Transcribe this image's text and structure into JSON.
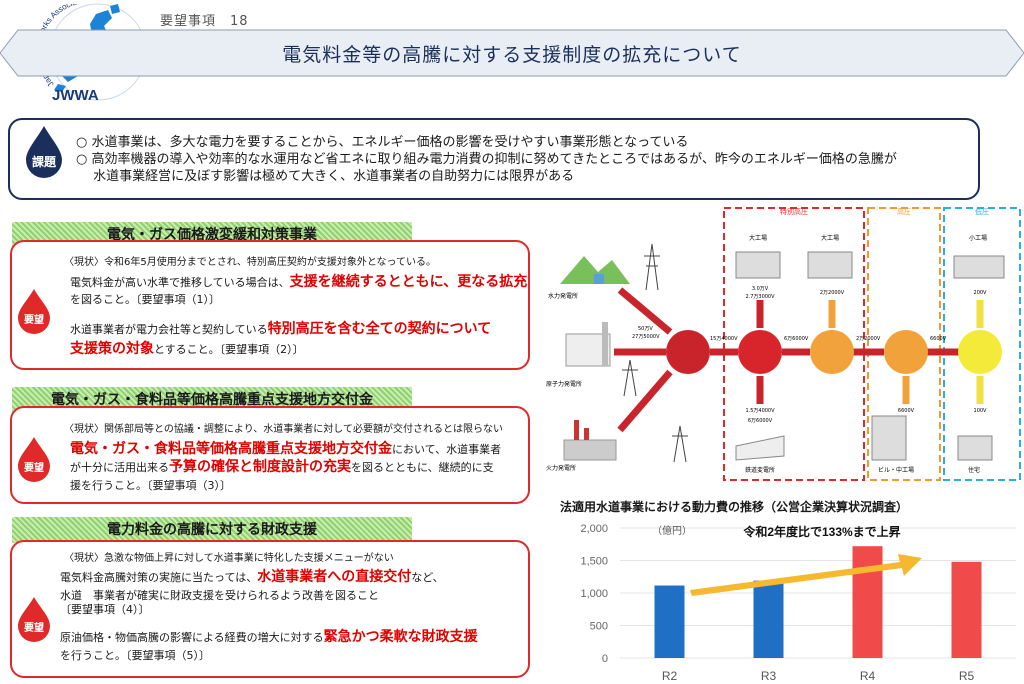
{
  "header": {
    "logo_text": "JWWA",
    "logo_arc": "Japan Water Works Association",
    "request_label": "要望事項　18",
    "title": "電気料金等の高騰に対する支援制度の拡充について"
  },
  "issues": {
    "badge": "課題",
    "lines": [
      "○ 水道事業は、多大な電力を要することから、エネルギー価格の影響を受けやすい事業形態となっている",
      "○ 高効率機器の導入や効率的な水運用など省エネに取り組み電力消費の抑制に努めてきたところではあるが、昨今のエネルギー価格の急騰が",
      "　 水道事業経営に及ぼす影響は極めて大きく、水道事業者の自助努力には限界がある"
    ]
  },
  "sections": [
    {
      "title": "電気・ガス価格激変緩和対策事業",
      "badge": "要望",
      "status": "〈現状〉令和6年5月使用分までとされ、特別高圧契約が支援対象外となっている。",
      "p1_a": "電気料金が高い水準で推移している場合は、",
      "p1_red": "支援を継続するとともに、更なる拡充",
      "p1_b": "を図ること。〔要望事項（1）〕",
      "p2_a": "水道事業者が電力会社等と契約している",
      "p2_red1": "特別高圧を含む全ての契約について",
      "p2_red2": "支援策の対象",
      "p2_b": "とすること。〔要望事項（2）〕"
    },
    {
      "title": "電気・ガス・食料品等価格高騰重点支援地方交付金",
      "badge": "要望",
      "status": "〈現状〉関係部局等との協議・調整により、水道事業者に対して必要額が交付されるとは限らない",
      "p1_red": "電気・ガス・食料品等価格高騰重点支援地方交付金",
      "p1_a": "において、水道事業者",
      "p2_a": "が十分に活用出来る",
      "p2_red": "予算の確保と制度設計の充実",
      "p2_b": "を図るとともに、継続的に支",
      "p3": "援を行うこと。〔要望事項（3）〕"
    },
    {
      "title": "電力料金の高騰に対する財政支援",
      "badge": "要望",
      "status": "〈現状〉急激な物価上昇に対して水道事業に特化した支援メニューがない",
      "p1_a": "電気料金高騰対策の実施に当たっては、",
      "p1_red": "水道事業者への直接交付",
      "p1_b": "など、",
      "p2": "水道　事業者が確実に財政支援を受けられるよう改善を図ること",
      "p3": "〔要望事項（4）〕",
      "p4_a": "原油価格・物価高騰の影響による経費の増大に対する",
      "p4_red": "緊急かつ柔軟な財政支援",
      "p5": "を行うこと。〔要望事項（5）〕"
    }
  ],
  "diagram": {
    "zone_special": "特別高圧",
    "zone_high": "高圧",
    "zone_low": "低圧",
    "hydro": "水力発電所",
    "nuclear": "原子力発電所",
    "thermal": "火力発電所",
    "big_factory1": "大工場",
    "big_factory2": "大工場",
    "small_factory": "小工場",
    "railway": "鉄道変電所",
    "building": "ビル・中工場",
    "house": "住宅",
    "v1": "3.0万V",
    "v1b": "2.7万3000V",
    "v2": "2万2000V",
    "v3": "200V",
    "v4": "1.5万4000V",
    "v4b": "6万6000V",
    "v5": "6600V",
    "v6": "100V",
    "line_a": "50万V",
    "line_a2": "27万5000V",
    "line_b": "15万4000V",
    "line_c": "6万6000V",
    "line_d": "2万2000V",
    "line_e": "6600V"
  },
  "chart_data": {
    "type": "bar",
    "title": "法適用水道事業における動力費の推移（公営企業決算状況調査）",
    "unit_label": "（億円）",
    "annotation": "令和2年度比で133%まで上昇",
    "categories": [
      "R2",
      "R3",
      "R4",
      "R5"
    ],
    "values": [
      1115,
      1190,
      1720,
      1480
    ],
    "colors": [
      "#1f6fc5",
      "#1f6fc5",
      "#f04a4a",
      "#f04a4a"
    ],
    "ylim": [
      0,
      2000
    ],
    "yticks": [
      0,
      500,
      1000,
      1500,
      2000
    ],
    "ytick_labels": [
      "0",
      "500",
      "1,000",
      "1,500",
      "2,000"
    ],
    "grid": true
  }
}
